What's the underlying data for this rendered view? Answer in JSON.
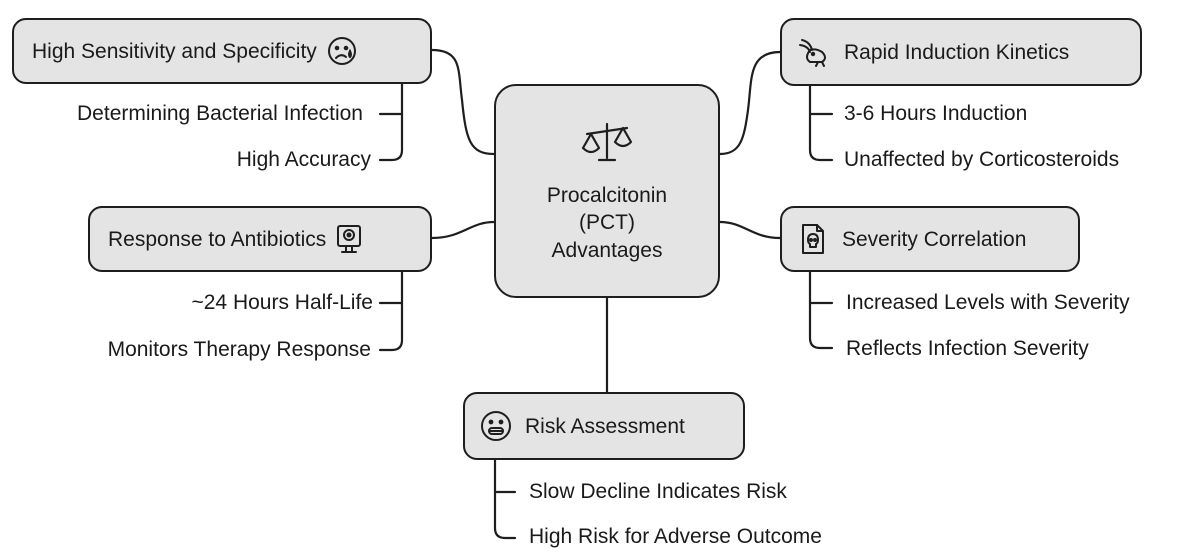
{
  "center": {
    "line1": "Procalcitonin",
    "line2": "(PCT)",
    "line3": "Advantages",
    "icon": "balance-scale-icon"
  },
  "branches": {
    "sensitivity": {
      "label": "High Sensitivity and Specificity",
      "icon": "worried-face-icon",
      "items": [
        "Determining Bacterial Infection",
        "High Accuracy"
      ]
    },
    "antibiotics": {
      "label": "Response to Antibiotics",
      "icon": "monitor-device-icon",
      "items": [
        "~24 Hours Half-Life",
        "Monitors Therapy Response"
      ]
    },
    "kinetics": {
      "label": "Rapid Induction Kinetics",
      "icon": "rabbit-icon",
      "items": [
        "3-6 Hours Induction",
        "Unaffected by Corticosteroids"
      ]
    },
    "severity": {
      "label": "Severity Correlation",
      "icon": "skull-document-icon",
      "items": [
        "Increased Levels with Severity",
        "Reflects Infection Severity"
      ]
    },
    "risk": {
      "label": "Risk Assessment",
      "icon": "grimace-face-icon",
      "items": [
        "Slow Decline Indicates Risk",
        "High Risk for Adverse Outcome"
      ]
    }
  },
  "colors": {
    "node_fill": "#e4e4e4",
    "stroke": "#1e1e1e"
  }
}
